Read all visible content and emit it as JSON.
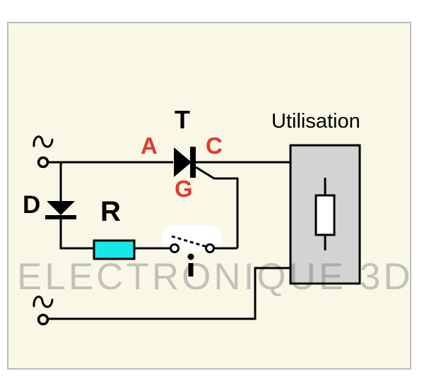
{
  "diagram": {
    "watermark": "ELECTRONIQUE 3D",
    "labels": {
      "thyristor": "T",
      "anode": "A",
      "cathode": "C",
      "gate": "G",
      "diode": "D",
      "resistor": "R",
      "load": "Utilisation"
    },
    "colors": {
      "panel_background": "#f9f8e7",
      "panel_border": "#bcbcba",
      "wire": "#000000",
      "red_label": "#e3382b",
      "resistor_fill": "#16e8e8",
      "load_box_fill": "#d3d3d3",
      "load_inner_fill": "#ffffff",
      "watermark_gray": "#c6c6c0",
      "switch_highlight": "#ffffff"
    }
  }
}
